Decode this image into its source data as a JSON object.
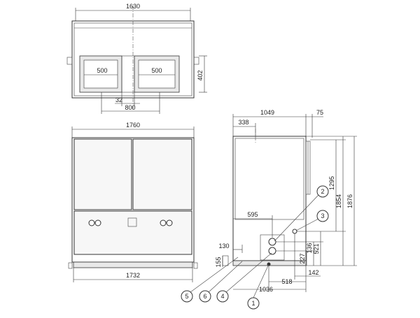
{
  "dimensions": {
    "top_width": "1630",
    "top_height": "402",
    "top_opening_left": "500",
    "top_opening_right": "500",
    "top_gap": "32",
    "top_span": "800",
    "front_width": "1760",
    "front_base_width": "1732",
    "side_width": "1049",
    "side_offset": "75",
    "side_top_offset": "338",
    "side_h_1295": "1295",
    "side_h_1854": "1854",
    "side_h_1876": "1876",
    "side_595": "595",
    "side_130": "130",
    "side_155": "155",
    "side_136": "136",
    "side_227": "227",
    "side_521": "521",
    "side_518": "518",
    "side_142": "142",
    "side_1036": "1036"
  },
  "callouts": [
    "1",
    "2",
    "3",
    "4",
    "5",
    "6"
  ],
  "colors": {
    "line": "#333333",
    "background": "#ffffff"
  }
}
